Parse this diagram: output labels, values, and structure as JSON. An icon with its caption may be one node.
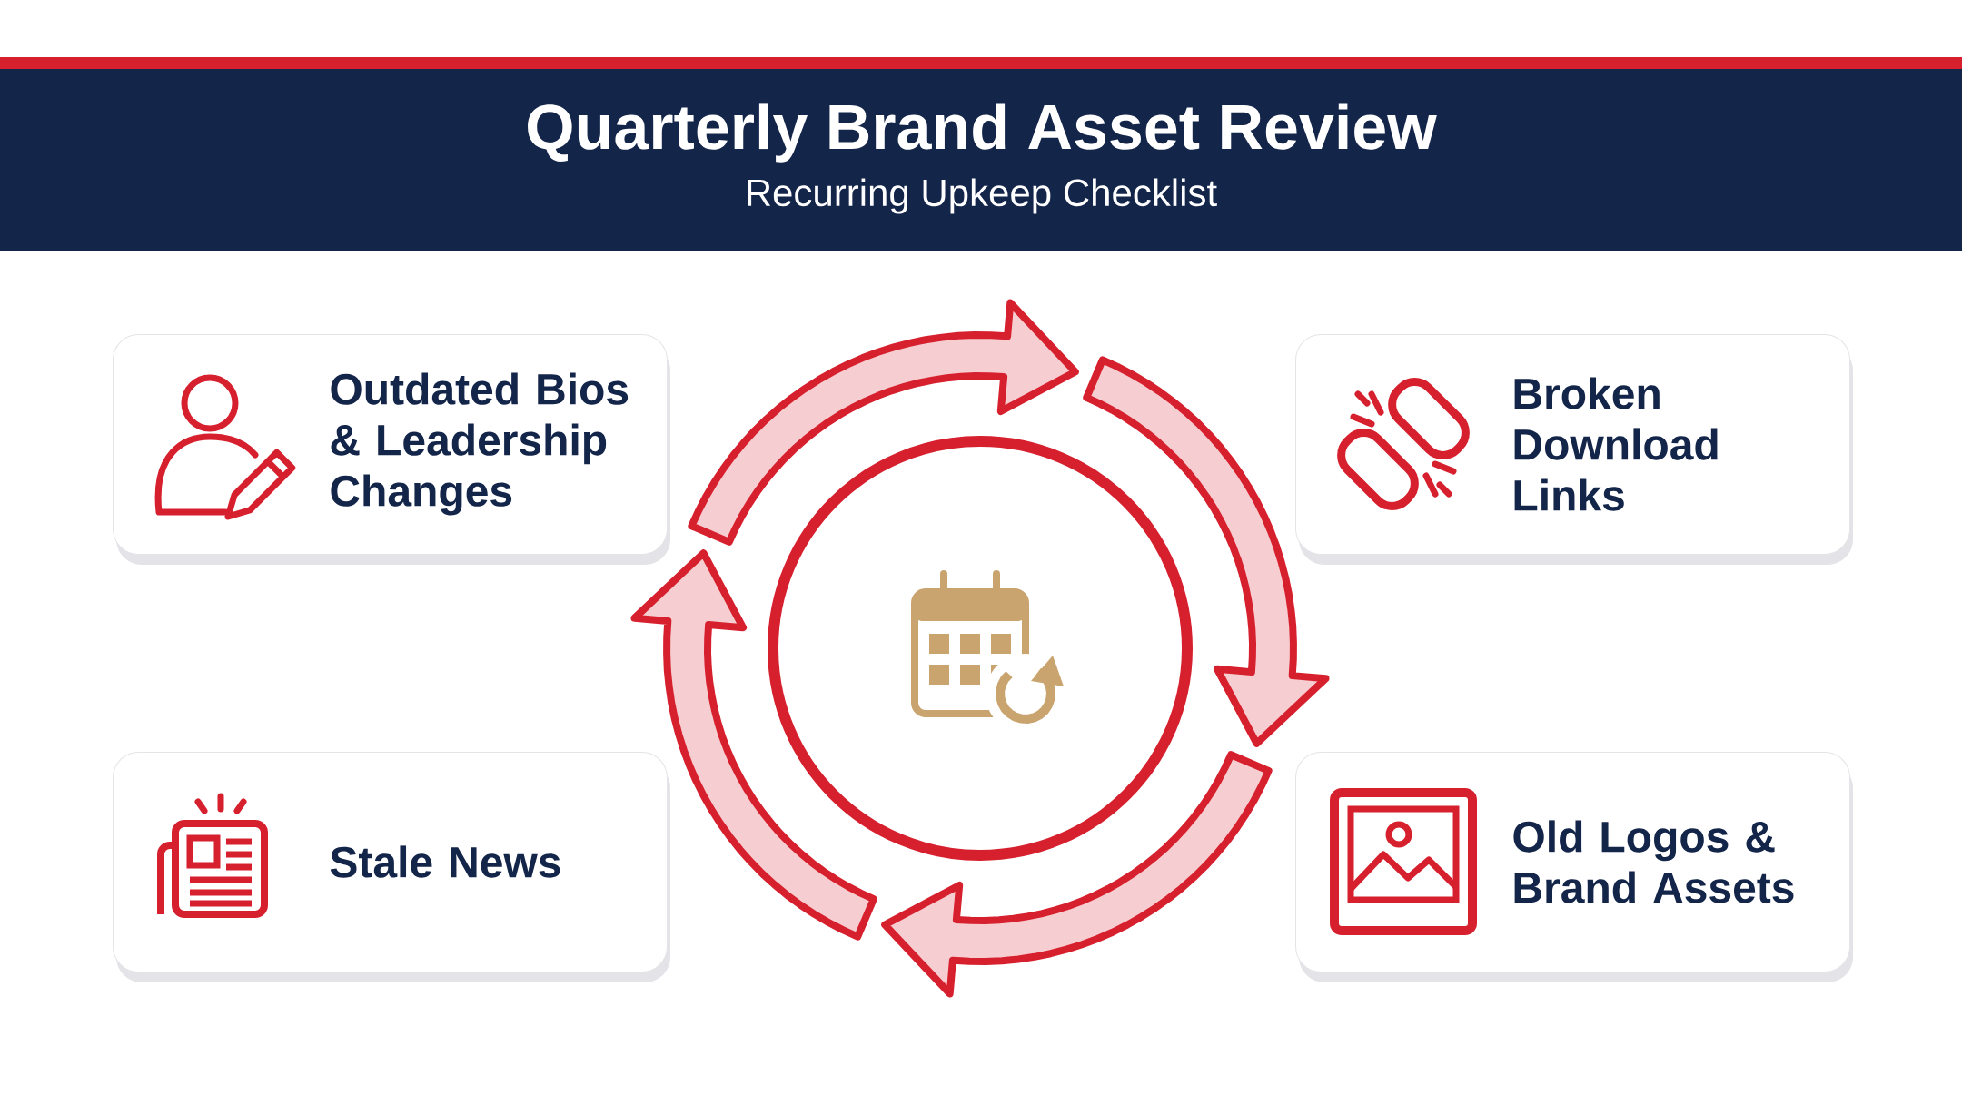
{
  "diagram": {
    "title": "Quarterly Brand Asset Review",
    "nodes": [
      {
        "text": [
          "Outdated Bios & Leadership Changes"
        ]
      },
      {
        "text": [
          "Broken Download Links"
        ]
      },
      {
        "text": [
          "Stale News"
        ]
      },
      {
        "text": [
          "Old Logos & Brand Assets"
        ]
      }
    ],
    "labels": [
      "Recurring Upkeep Checklist"
    ]
  }
}
